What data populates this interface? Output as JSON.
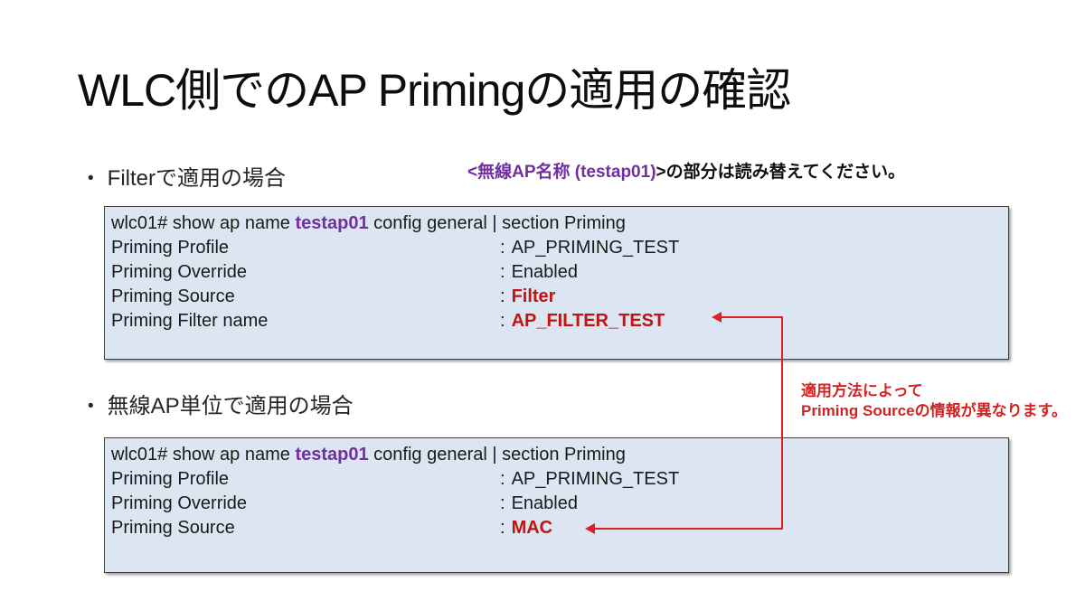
{
  "title": "WLC側でのAP Primingの適用の確認",
  "bullet_char": "•",
  "separator": ":",
  "note": {
    "highlight": "<無線AP名称 (testap01)",
    "rest": ">の部分は読み替えてください。"
  },
  "sections": [
    {
      "heading": "Filterで適用の場合"
    },
    {
      "heading": "無線AP単位で適用の場合"
    }
  ],
  "blocks": [
    {
      "command": {
        "prefix": "wlc01# show ap name ",
        "highlight": "testap01",
        "suffix": " config general | section Priming"
      },
      "rows": [
        {
          "label": "Priming Profile",
          "value": "AP_PRIMING_TEST"
        },
        {
          "label": "Priming Override",
          "value": "Enabled"
        },
        {
          "label": "Priming Source",
          "value": "Filter"
        },
        {
          "label": "Priming Filter name",
          "value": "AP_FILTER_TEST"
        }
      ]
    },
    {
      "command": {
        "prefix": "wlc01# show ap name ",
        "highlight": "testap01",
        "suffix": " config general | section Priming"
      },
      "rows": [
        {
          "label": "Priming Profile",
          "value": "AP_PRIMING_TEST"
        },
        {
          "label": "Priming Override",
          "value": "Enabled"
        },
        {
          "label": "Priming Source",
          "value": "MAC"
        }
      ]
    }
  ],
  "annotation": {
    "line1": "適用方法によって",
    "line2": "Priming Sourceの情報が異なります。"
  },
  "colors": {
    "accent_purple": "#7030a0",
    "value_red": "#c21212",
    "annotation_red": "#d42222",
    "arrow_red": "#e02020",
    "block_bg": "#dce6f2",
    "block_border": "#3f3f3f"
  }
}
